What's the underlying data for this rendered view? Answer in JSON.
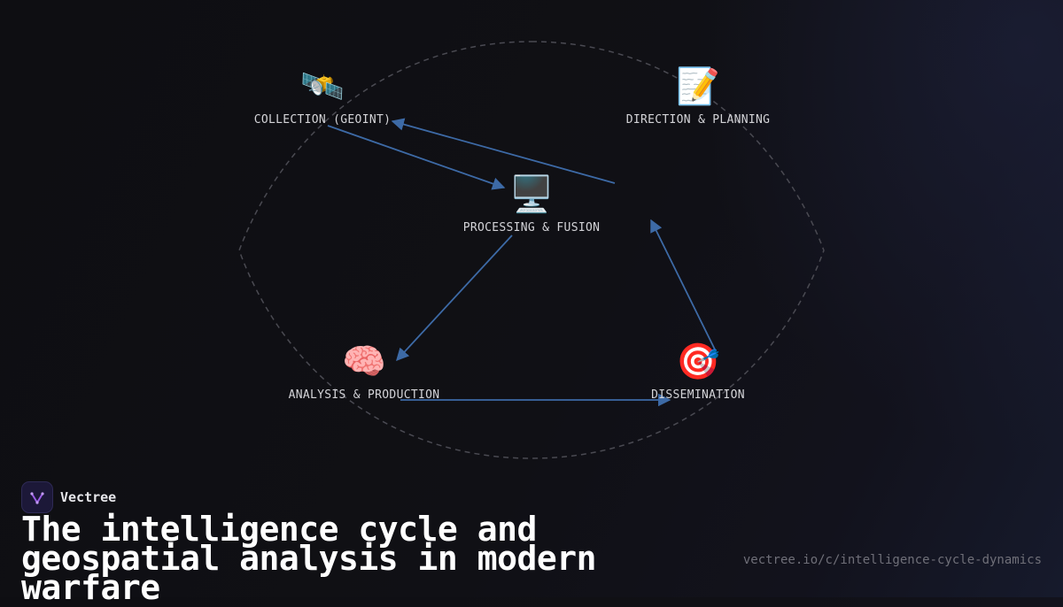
{
  "diagram": {
    "nodes": [
      {
        "id": "collection",
        "label": "COLLECTION (GEOINT)",
        "icon": "🛰️",
        "icon_name": "satellite-icon"
      },
      {
        "id": "direction",
        "label": "DIRECTION & PLANNING",
        "icon": "📝",
        "icon_name": "memo-icon"
      },
      {
        "id": "processing",
        "label": "PROCESSING & FUSION",
        "icon": "🖥️",
        "icon_name": "desktop-computer-icon"
      },
      {
        "id": "analysis",
        "label": "ANALYSIS & PRODUCTION",
        "icon": "🧠",
        "icon_name": "brain-icon"
      },
      {
        "id": "dissemination",
        "label": "DISSEMINATION",
        "icon": "🎯",
        "icon_name": "target-icon"
      }
    ],
    "edges": [
      {
        "from": "direction",
        "to": "collection"
      },
      {
        "from": "collection",
        "to": "processing"
      },
      {
        "from": "processing",
        "to": "analysis"
      },
      {
        "from": "analysis",
        "to": "dissemination"
      },
      {
        "from": "dissemination",
        "to": "direction"
      }
    ],
    "colors": {
      "arrow": "#3d6aa6",
      "ellipse": "#4a4a52",
      "label": "#d4d4d8"
    }
  },
  "brand": {
    "name": "Vectree",
    "accent": "#9b5de5"
  },
  "title": "The intelligence cycle and geospatial analysis in modern warfare",
  "url": "vectree.io/c/intelligence-cycle-dynamics"
}
